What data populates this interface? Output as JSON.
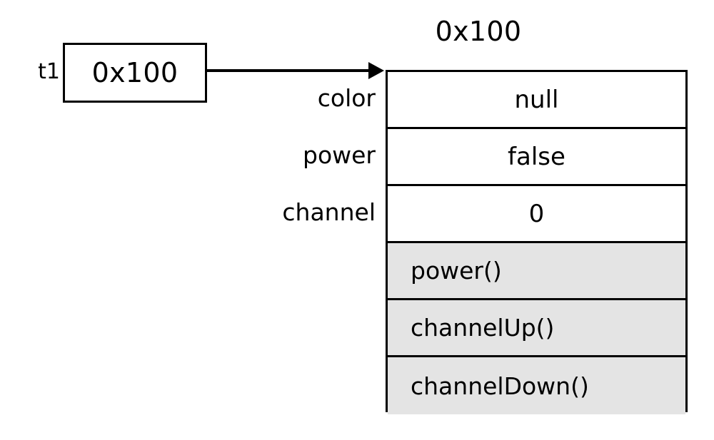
{
  "diagram": {
    "type": "object-memory-diagram",
    "colors": {
      "stroke": "#000000",
      "field_background": "#ffffff",
      "method_background": "#e4e4e4",
      "page_background": "#ffffff",
      "text": "#000000"
    },
    "variable": {
      "name": "t1",
      "value": "0x100"
    },
    "pointer": {
      "from": "t1",
      "to": "0x100",
      "style": "solid-arrow"
    },
    "object": {
      "address": "0x100",
      "field_labels": [
        "color",
        "power",
        "channel"
      ],
      "fields": [
        {
          "name": "color",
          "value": "null"
        },
        {
          "name": "power",
          "value": "false"
        },
        {
          "name": "channel",
          "value": "0"
        }
      ],
      "methods": [
        {
          "signature": "power()"
        },
        {
          "signature": "channelUp()"
        },
        {
          "signature": "channelDown()"
        }
      ]
    }
  }
}
